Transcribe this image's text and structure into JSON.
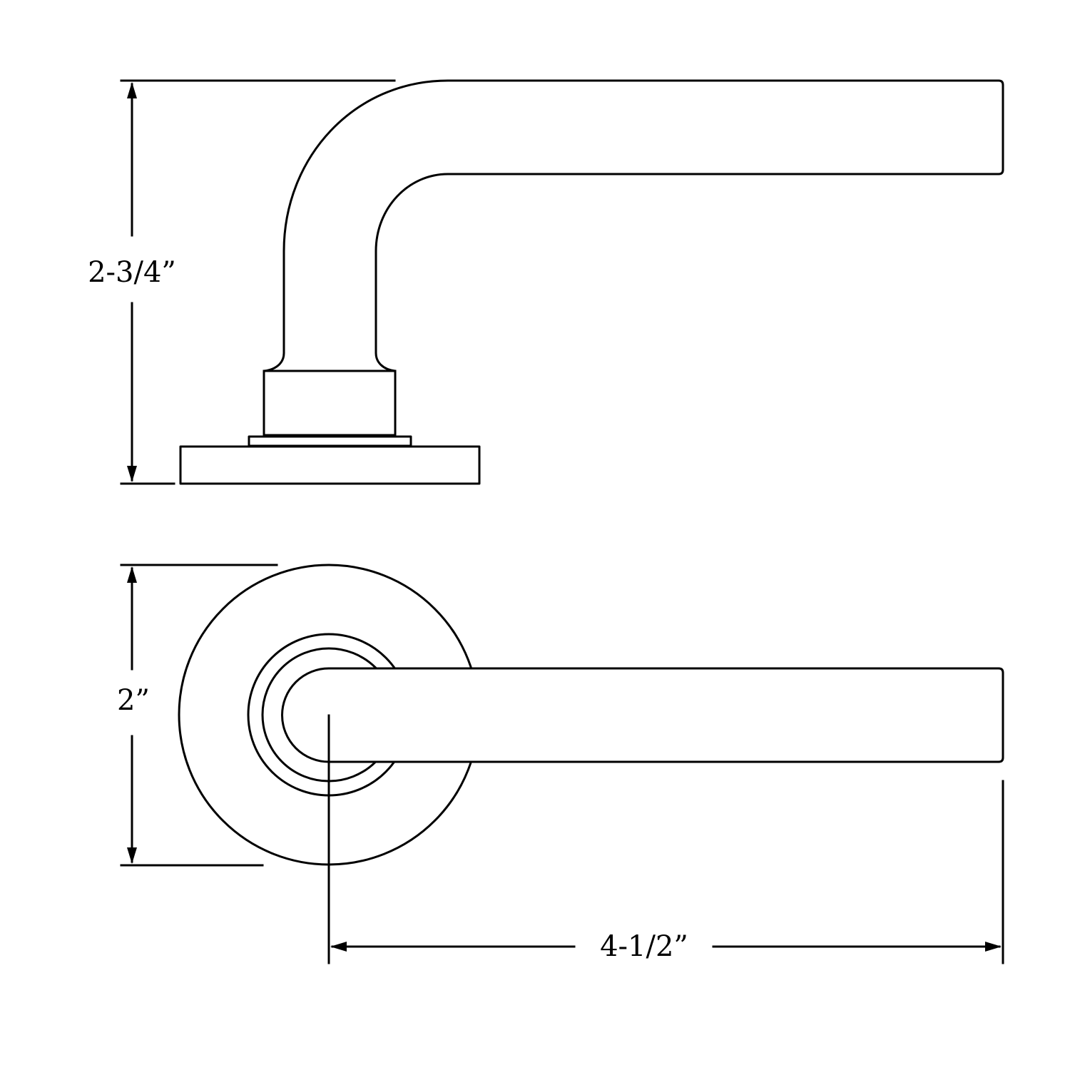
{
  "drawing": {
    "line_color": "#000000",
    "background": "#ffffff"
  },
  "dimensions": {
    "side_height": "2-3/4”",
    "rose_diameter": "2”",
    "lever_length": "4-1/2”"
  }
}
